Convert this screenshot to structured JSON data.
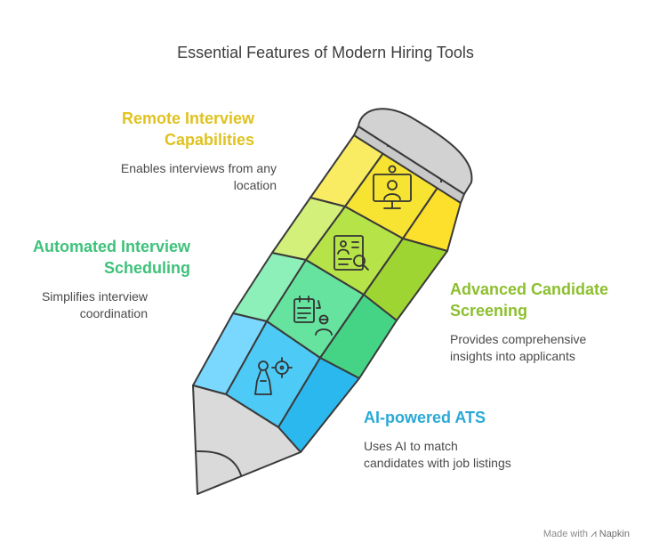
{
  "title": "Essential Features of Modern Hiring Tools",
  "features": [
    {
      "title_line1": "Remote Interview",
      "title_line2": "Capabilities",
      "desc_line1": "Enables interviews from any",
      "desc_line2": "location",
      "color": "#e0c21f",
      "icon": "monitor-person-icon"
    },
    {
      "title_line1": "Automated Interview",
      "title_line2": "Scheduling",
      "desc_line1": "Simplifies interview",
      "desc_line2": "coordination",
      "color": "#3ec27a",
      "icon": "clipboard-person-icon"
    },
    {
      "title_line1": "Advanced Candidate",
      "title_line2": "Screening",
      "desc_line1": "Provides comprehensive",
      "desc_line2": "insights into applicants",
      "color": "#8cbf2e",
      "icon": "resume-search-icon"
    },
    {
      "title_line1": "AI-powered ATS",
      "desc_line1": "Uses AI to match",
      "desc_line2": "candidates with job listings",
      "color": "#2aa9d6",
      "icon": "person-target-icon"
    }
  ],
  "footer": {
    "made_with": "Made with",
    "brand": "Napkin"
  }
}
